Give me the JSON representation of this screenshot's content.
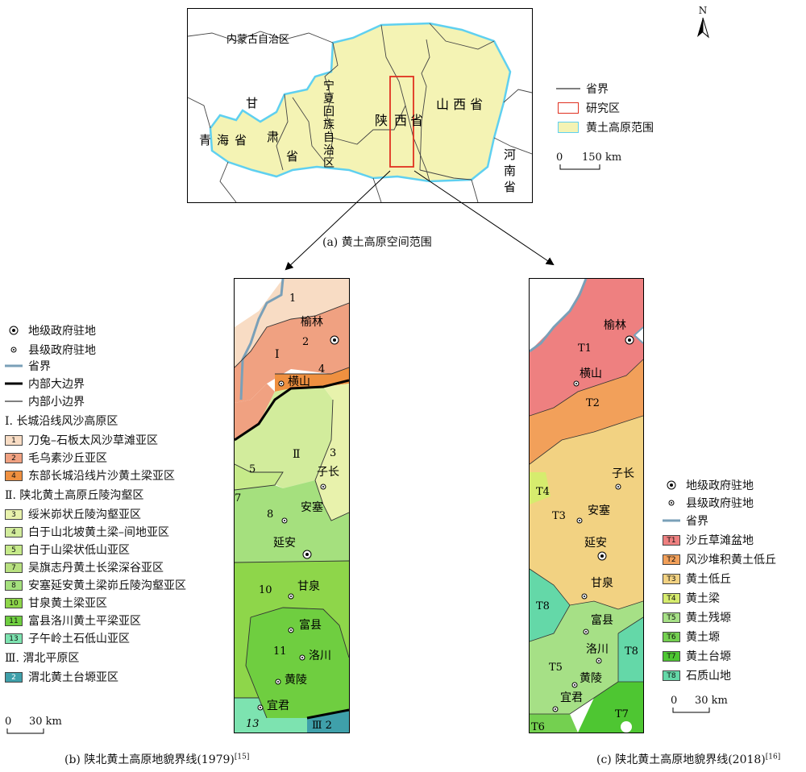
{
  "overview": {
    "regions": {
      "nmg": "内蒙古自治区",
      "gansu1": "甘",
      "gansu2": "肃",
      "gansu3": "省",
      "qinghai1": "青",
      "qinghai2": "海",
      "qinghai3": "省",
      "ningxia": [
        "宁",
        "夏",
        "回",
        "族",
        "自",
        "治",
        "区"
      ],
      "shaanxi1": "陕",
      "shaanxi2": "西",
      "shaanxi3": "省",
      "shanxi": "山 西 省",
      "henan": [
        "河",
        "南",
        "省"
      ]
    },
    "legend": {
      "boundary": "省界",
      "study_area": "研究区",
      "plateau": "黄土高原范围"
    },
    "scale": {
      "zero": "0",
      "label": "150 km"
    },
    "north": "N",
    "caption": "(a) 黄土高原空间范围"
  },
  "map_b": {
    "cities": {
      "yulin": "榆林",
      "hengshan": "横山",
      "zichang": "子长",
      "ansai": "安塞",
      "yanan": "延安",
      "ganquan": "甘泉",
      "fuxian": "富县",
      "luochuan": "洛川",
      "huangling": "黄陵",
      "yijun": "宜君"
    },
    "zones": {
      "z1": "1",
      "z2": "2",
      "z4": "4",
      "zI": "Ⅰ",
      "zII": "Ⅱ",
      "z3": "3",
      "z5": "5",
      "z7": "7",
      "z8": "8",
      "z10": "10",
      "z11": "11",
      "z13": "13",
      "zIII2": "Ⅲ 2"
    },
    "legend": {
      "pref": "地级政府驻地",
      "county": "县级政府驻地",
      "prov": "省界",
      "major": "内部大边界",
      "minor": "内部小边界",
      "g1": "Ⅰ. 长城沿线风沙高原区",
      "i1": {
        "code": "1",
        "label": "刀兔–石板太风沙草滩亚区",
        "color": "#f8dcc4"
      },
      "i2": {
        "code": "2",
        "label": "毛乌素沙丘亚区",
        "color": "#f0a181"
      },
      "i4": {
        "code": "4",
        "label": "东部长城沿线片沙黄土梁亚区",
        "color": "#ef9040"
      },
      "g2": "Ⅱ. 陕北黄土高原丘陵沟壑区",
      "i3": {
        "code": "3",
        "label": "绥米峁状丘陵沟壑亚区",
        "color": "#e8f2ac"
      },
      "i4b": {
        "code": "4",
        "label": "白于山北坡黄土梁–间地亚区",
        "color": "#d2ec9c"
      },
      "i5": {
        "code": "5",
        "label": "白于山梁状低山亚区",
        "color": "#c6ea8a"
      },
      "i7": {
        "code": "7",
        "label": "吴旗志丹黄土长梁深谷亚区",
        "color": "#b8e080"
      },
      "i8": {
        "code": "8",
        "label": "安塞延安黄土梁峁丘陵沟壑亚区",
        "color": "#a5e07e"
      },
      "i10": {
        "code": "10",
        "label": "甘泉黄土梁亚区",
        "color": "#8ed64a"
      },
      "i11": {
        "code": "11",
        "label": "富县洛川黄土平梁亚区",
        "color": "#6fce40"
      },
      "i13": {
        "code": "13",
        "label": "子午岭土石低山亚区",
        "color": "#7de3b0"
      },
      "g3": "Ⅲ. 渭北平原区",
      "i2b": {
        "code": "2",
        "label": "渭北黄土台塬亚区",
        "color": "#3fa0aa"
      }
    },
    "scale": {
      "zero": "0",
      "label": "30 km"
    },
    "caption": "(b) 陕北黄土高原地貌界线(1979)",
    "ref": "[15]"
  },
  "map_c": {
    "cities": {
      "yulin": "榆林",
      "hengshan": "横山",
      "zichang": "子长",
      "ansai": "安塞",
      "yanan": "延安",
      "ganquan": "甘泉",
      "fuxian": "富县",
      "luochuan": "洛川",
      "huangling": "黄陵",
      "yijun": "宜君"
    },
    "zones": {
      "T1": "T1",
      "T2": "T2",
      "T3": "T3",
      "T4": "T4",
      "T5": "T5",
      "T6": "T6",
      "T7": "T7",
      "T8a": "T8",
      "T8b": "T8"
    },
    "legend": {
      "pref": "地级政府驻地",
      "county": "县级政府驻地",
      "prov": "省界",
      "t1": {
        "code": "T1",
        "label": "沙丘草滩盆地",
        "color": "#ee8080"
      },
      "t2": {
        "code": "T2",
        "label": "风沙堆积黄土低丘",
        "color": "#f2a05a"
      },
      "t3": {
        "code": "T3",
        "label": "黄土低丘",
        "color": "#f2d282"
      },
      "t4": {
        "code": "T4",
        "label": "黄土梁",
        "color": "#d6ec6e"
      },
      "t5": {
        "code": "T5",
        "label": "黄土残塬",
        "color": "#a6e086"
      },
      "t6": {
        "code": "T6",
        "label": "黄土塬",
        "color": "#74d050"
      },
      "t7": {
        "code": "T7",
        "label": "黄土台塬",
        "color": "#4ec632"
      },
      "t8": {
        "code": "T8",
        "label": "石质山地",
        "color": "#64d8a8"
      }
    },
    "scale": {
      "zero": "0",
      "label": "30 km"
    },
    "caption": "(c) 陕北黄土高原地貌界线(2018)",
    "ref": "[16]"
  }
}
